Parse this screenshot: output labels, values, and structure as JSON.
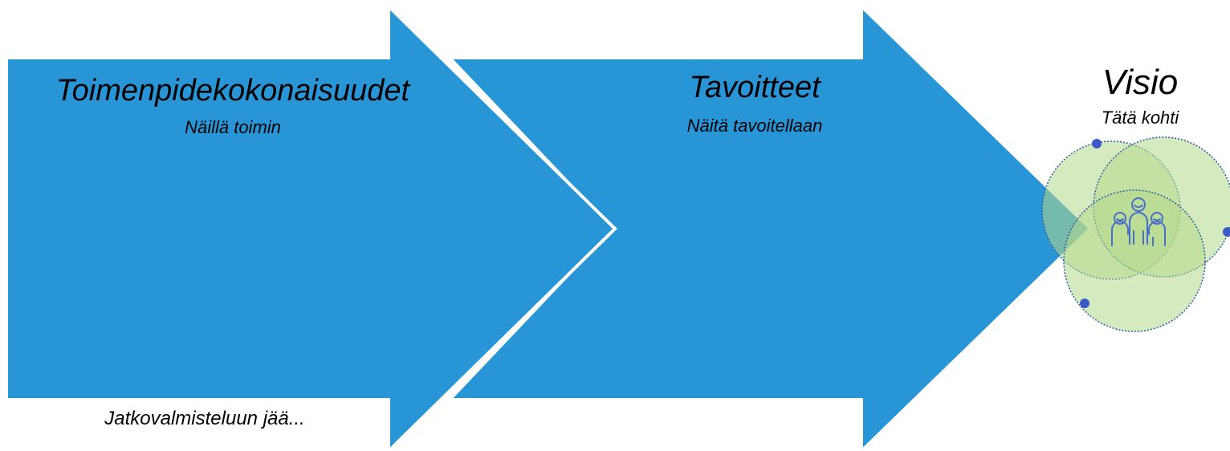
{
  "steps": [
    {
      "title": "Toimenpidekokonaisuudet",
      "subtitle": "Näillä toimin",
      "note": "Jatkovalmisteluun jää..."
    },
    {
      "title": "Tavoitteet",
      "subtitle": "Näitä tavoitellaan"
    },
    {
      "title": "Visio",
      "subtitle": "Tätä kohti"
    }
  ],
  "colors": {
    "arrow_fill": "#2896d6",
    "arrow_separator": "#ffffff",
    "circle_fill": "#b5d98a",
    "circle_overlap": "#8cc45d",
    "circle_outline": "#2f5fa8",
    "dot": "#3a5bc7",
    "people_icon": "#4a6fc9"
  },
  "icons": [
    "people-group-icon"
  ]
}
